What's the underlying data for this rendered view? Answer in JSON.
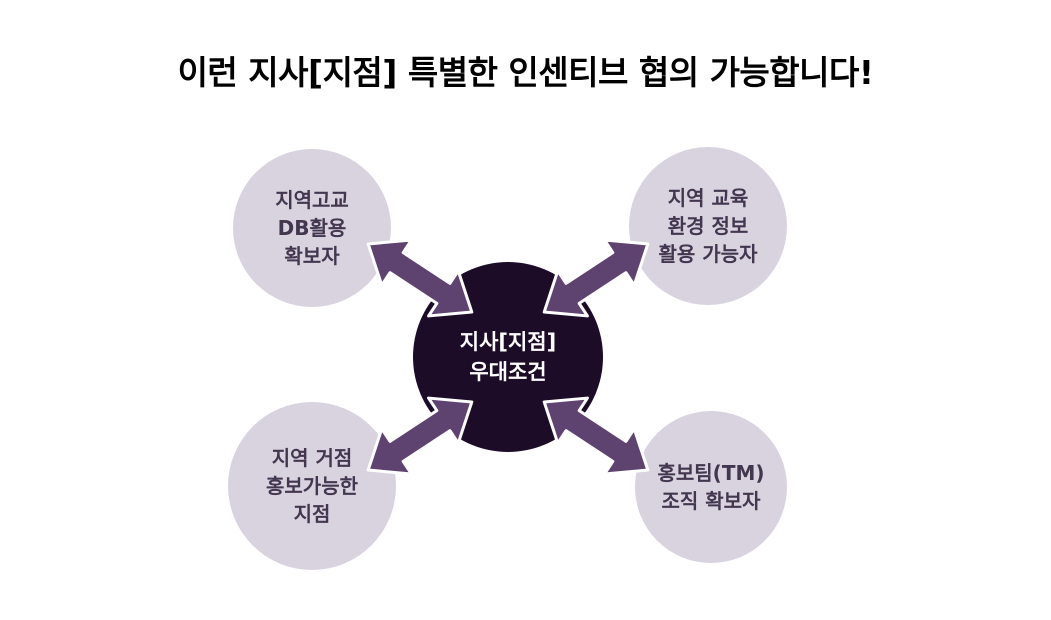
{
  "title": "이런 지사[지점] 특별한 인센티브 협의 가능합니다!",
  "center": {
    "label": "지사[지점]\n우대조건"
  },
  "nodes": [
    {
      "id": "top-left",
      "label": "지역고교\nDB활용\n확보자"
    },
    {
      "id": "top-right",
      "label": "지역 교육\n환경 정보\n활용 가능자"
    },
    {
      "id": "bottom-left",
      "label": "지역 거점\n홍보가능한\n지점"
    },
    {
      "id": "bottom-right",
      "label": "홍보팀(TM)\n조직 확보자"
    }
  ],
  "colors": {
    "title_text": "#000000",
    "node_fill": "#d9d3e0",
    "node_text": "#43364f",
    "center_fill": "#1c0c28",
    "center_text": "#ffffff",
    "arrow_fill": "#5e4370",
    "arrow_outline": "#ffffff"
  }
}
